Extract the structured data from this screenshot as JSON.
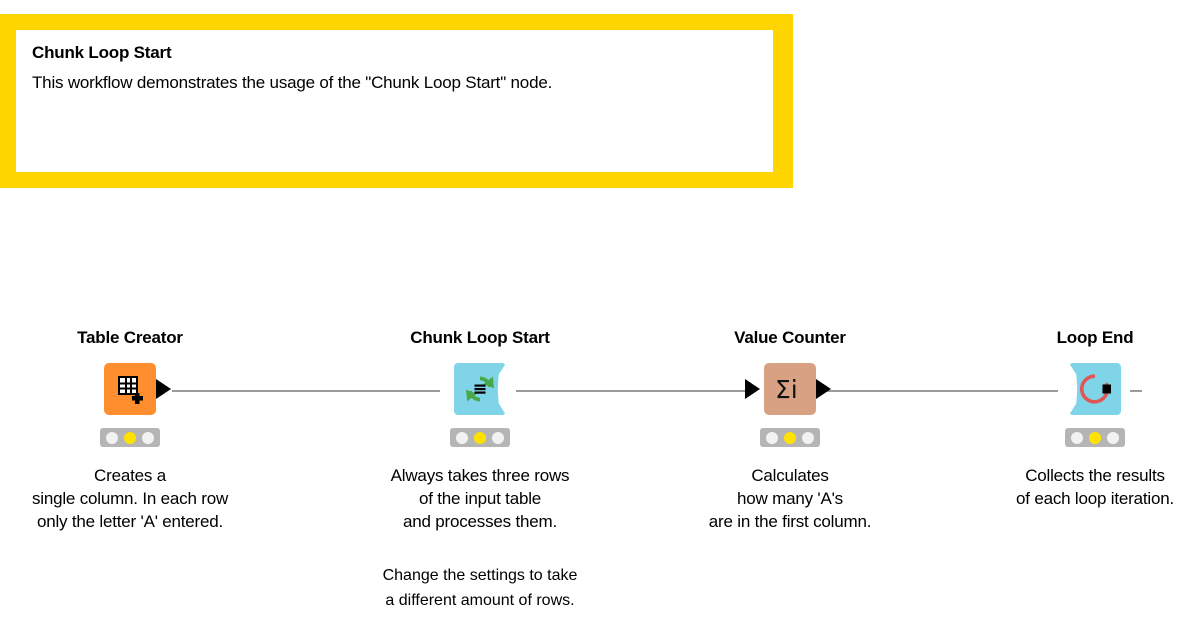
{
  "annotation": {
    "title": "Chunk Loop Start",
    "body": "This workflow demonstrates the usage of the \"Chunk Loop Start\" node.",
    "border_color": "#ffd500",
    "background_color": "#ffffff"
  },
  "canvas": {
    "background_color": "#ffffff",
    "connector_color": "#9a9a9a",
    "port_color": "#000000"
  },
  "nodes": [
    {
      "id": "table-creator",
      "title": "Table Creator",
      "icon": "table-grid-plus-icon",
      "color": "#ff8f2e",
      "shape": "rounded-square",
      "caption": "Creates a\nsingle column. In each row\nonly the letter 'A' entered.",
      "status": {
        "leds": [
          "off",
          "on",
          "off"
        ],
        "active_color": "#ffe200",
        "idle_color": "#f2f2f2",
        "bar_color": "#b5b5b5"
      },
      "has_input_port": false,
      "has_output_port": true
    },
    {
      "id": "chunk-loop-start",
      "title": "Chunk Loop Start",
      "icon": "loop-start-icon",
      "color": "#7fd4e8",
      "shape": "loop-start",
      "caption": "Always takes three rows\nof the input table\nand processes them.",
      "status": {
        "leds": [
          "off",
          "on",
          "off"
        ],
        "active_color": "#ffe200",
        "idle_color": "#f2f2f2",
        "bar_color": "#b5b5b5"
      },
      "has_input_port": true,
      "has_output_port": true
    },
    {
      "id": "value-counter",
      "title": "Value Counter",
      "icon": "sigma-i-icon",
      "color": "#d9a183",
      "shape": "rounded-square",
      "caption": "Calculates\nhow many 'A's\nare in the first column.",
      "status": {
        "leds": [
          "off",
          "on",
          "off"
        ],
        "active_color": "#ffe200",
        "idle_color": "#f2f2f2",
        "bar_color": "#b5b5b5"
      },
      "has_input_port": true,
      "has_output_port": true
    },
    {
      "id": "loop-end",
      "title": "Loop End",
      "icon": "loop-end-icon",
      "color": "#7fd4e8",
      "shape": "loop-end",
      "caption": "Collects the results\nof each loop iteration.",
      "status": {
        "leds": [
          "off",
          "on",
          "off"
        ],
        "active_color": "#ffe200",
        "idle_color": "#f2f2f2",
        "bar_color": "#b5b5b5"
      },
      "has_input_port": true,
      "has_output_port": true
    }
  ],
  "extra_note": {
    "text": "Change the settings to take\na different amount of rows."
  }
}
